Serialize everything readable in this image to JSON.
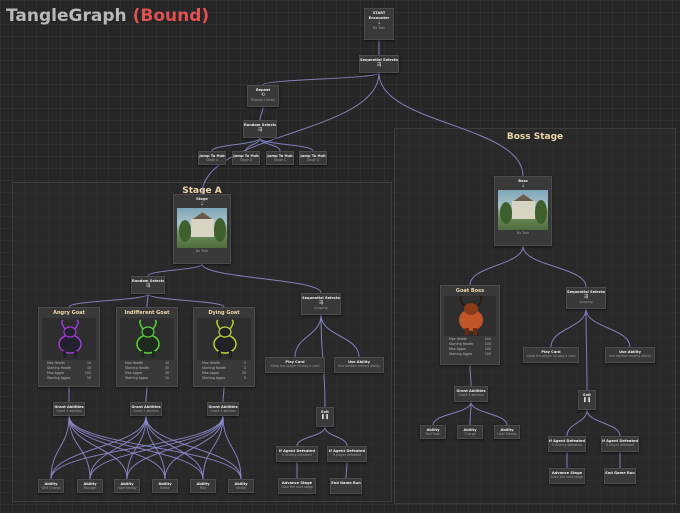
{
  "title": {
    "name": "TangleGraph",
    "status": "(Bound)"
  },
  "groups": {
    "stage_a": "Stage A",
    "boss_stage": "Boss Stage"
  },
  "nodes": {
    "start": {
      "title": "START",
      "label": "Encounter",
      "sub": "No Task",
      "icon": "arrow-down-icon"
    },
    "seq_top": {
      "title": "Sequential Selector",
      "icon": "branch-icon"
    },
    "repeat": {
      "title": "Repeat",
      "sub": "Repeat 4 times",
      "icon": "repeat-icon"
    },
    "rand_top": {
      "title": "Random Selector",
      "icon": "branch-icon"
    },
    "jumps": [
      {
        "title": "Jump To Hub",
        "sub": "Stage A"
      },
      {
        "title": "Jump To Hub",
        "sub": "Stage B"
      },
      {
        "title": "Jump To Hub",
        "sub": "Stage C"
      },
      {
        "title": "Jump To Hub",
        "sub": "Stage D"
      }
    ],
    "stage_a": {
      "title": "Stage",
      "sub": "No Task",
      "icon": "arrow-down-icon"
    },
    "rand_a": {
      "title": "Random Selector",
      "icon": "branch-icon"
    },
    "goats": [
      {
        "title": "Angry Goat",
        "stats": [
          [
            "Max Health",
            "10"
          ],
          [
            "Starting Health",
            "10"
          ],
          [
            "Max Aggro",
            "100"
          ],
          [
            "Starting Aggro",
            "50"
          ]
        ]
      },
      {
        "title": "Indifferent Goat",
        "stats": [
          [
            "Max Health",
            "30"
          ],
          [
            "Starting Health",
            "30"
          ],
          [
            "Max Aggro",
            "30"
          ],
          [
            "Starting Aggro",
            "10"
          ]
        ]
      },
      {
        "title": "Dying Goat",
        "stats": [
          [
            "Max Health",
            "5"
          ],
          [
            "Starting Health",
            "2"
          ],
          [
            "Max Aggro",
            "20"
          ],
          [
            "Starting Aggro",
            "5"
          ]
        ]
      }
    ],
    "grants": [
      {
        "title": "Grant Abilities",
        "sub": "Grant 3 abilities"
      },
      {
        "title": "Grant Abilities",
        "sub": "Grant 3 abilities"
      },
      {
        "title": "Grant Abilities",
        "sub": "Grant 3 abilities"
      }
    ],
    "abilities_a": [
      {
        "title": "Ability",
        "sub": "Wild Charge"
      },
      {
        "title": "Ability",
        "sub": "Ravage"
      },
      {
        "title": "Ability",
        "sub": "Hold Steady"
      },
      {
        "title": "Ability",
        "sub": "Brake"
      },
      {
        "title": "Ability",
        "sub": "Bite"
      },
      {
        "title": "Ability",
        "sub": "Wrath"
      }
    ],
    "seq_a": {
      "title": "Sequential Selector",
      "sub": "Jumping",
      "icon": "branch-icon"
    },
    "play_card_a": {
      "title": "Play Card",
      "sub": "Allow the player to play a card"
    },
    "use_ability_a": {
      "title": "Use Ability",
      "sub": "Use random enemy ability"
    },
    "exit_a": {
      "title": "Exit",
      "icon": "pause-icon"
    },
    "defeated_a1": {
      "title": "If Agent Defeated",
      "sub": "If enemy defeated"
    },
    "defeated_a2": {
      "title": "If Agent Defeated",
      "sub": "If player defeated"
    },
    "advance_a": {
      "title": "Advance Stage",
      "sub": "Goto the next stage"
    },
    "end_run_a": {
      "title": "End Game Run",
      "sub": ""
    },
    "boss": {
      "title": "Boss",
      "sub": "No Task",
      "icon": "arrow-down-icon"
    },
    "goat_boss": {
      "title": "Goat Boss",
      "stats": [
        [
          "Max Health",
          "100"
        ],
        [
          "Starting Health",
          "100"
        ],
        [
          "Max Aggro",
          "100"
        ],
        [
          "Starting Aggro",
          "100"
        ]
      ]
    },
    "grant_boss": {
      "title": "Grant Abilities",
      "sub": "Grant 3 abilities"
    },
    "abilities_boss": [
      {
        "title": "Ability",
        "sub": "Bull Rush"
      },
      {
        "title": "Ability",
        "sub": "Charge"
      },
      {
        "title": "Ability",
        "sub": "Hold Steady"
      }
    ],
    "seq_b": {
      "title": "Sequential Selector",
      "sub": "Jumping",
      "icon": "branch-icon"
    },
    "play_card_b": {
      "title": "Play Card",
      "sub": "Allow the player to play a card"
    },
    "use_ability_b": {
      "title": "Use Ability",
      "sub": "Use random enemy ability"
    },
    "exit_b": {
      "title": "Exit",
      "icon": "pause-icon"
    },
    "defeated_b1": {
      "title": "If Agent Defeated",
      "sub": "If enemy defeated"
    },
    "defeated_b2": {
      "title": "If Agent Defeated",
      "sub": "If player defeated"
    },
    "advance_b": {
      "title": "Advance Stage",
      "sub": "Goto the next stage"
    },
    "end_run_b": {
      "title": "End Game Run",
      "sub": ""
    }
  },
  "colors": {
    "wire": "#8f8fd6",
    "accent": "#e05252",
    "group_title": "#f0d9a8",
    "node_bg": "#393939"
  },
  "icon_glyphs": {
    "arrow-down-icon": "🡓",
    "branch-icon": "⇶",
    "repeat-icon": "⟲",
    "pause-icon": "❚❚"
  }
}
